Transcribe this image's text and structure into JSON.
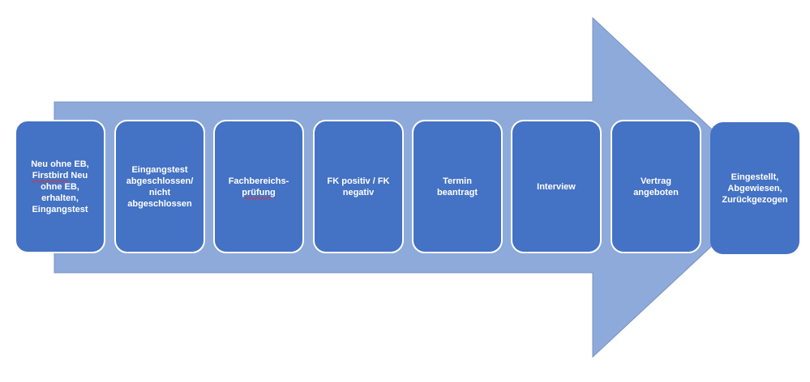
{
  "diagram": {
    "arrow_fill": "#8eaadb",
    "arrow_stroke": "#7790c0",
    "step_fill": "#4472c4",
    "step_text_color": "#ffffff",
    "spellcheck_color": "#e03030",
    "steps": [
      {
        "label": "Neu ohne EB,\nFirstbird Neu\nohne EB,\nerhalten,\nEingangstest"
      },
      {
        "label": "Eingangstest\nabgeschlossen/\nnicht\nabgeschlossen"
      },
      {
        "label": "Fachbereichs-\nprüfung"
      },
      {
        "label": "FK positiv / FK\nnegativ"
      },
      {
        "label": "Termin\nbeantragt"
      },
      {
        "label": "Interview"
      },
      {
        "label": "Vertrag\nangeboten"
      },
      {
        "label": "Eingestellt,\nAbgewiesen,\nZurückgezogen"
      }
    ]
  }
}
